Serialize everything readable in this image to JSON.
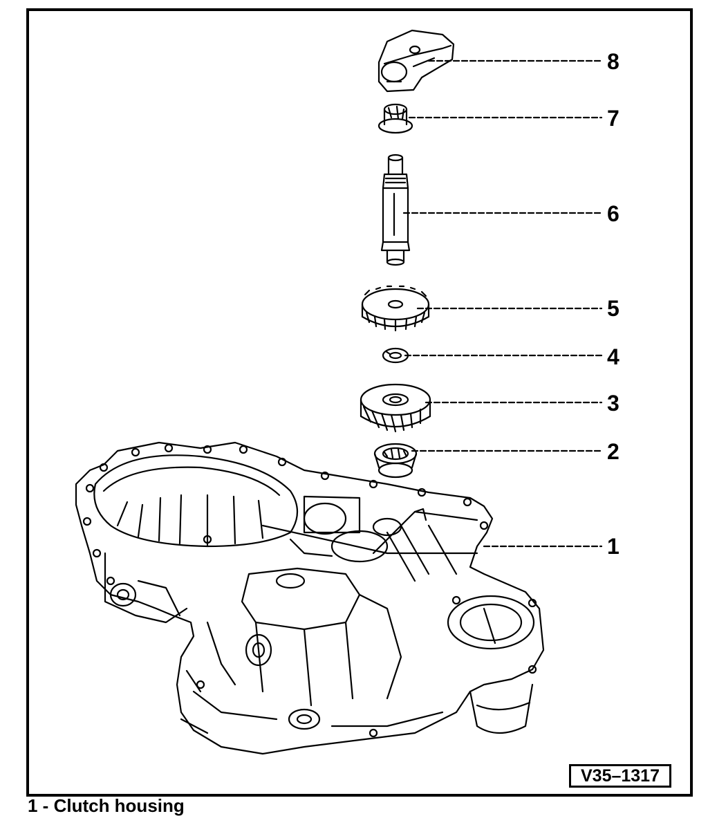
{
  "callouts": [
    "1",
    "2",
    "3",
    "4",
    "5",
    "6",
    "7",
    "8"
  ],
  "reference_code": "V35–1317",
  "caption_fragment": "1 - Clutch housing",
  "icons": [
    "clutch-housing-icon",
    "bearing-icon",
    "gear-icon",
    "circlip-icon",
    "shaft-icon",
    "bushing-icon",
    "lever-icon"
  ],
  "colors": {
    "line": "#000000",
    "background": "#ffffff"
  }
}
